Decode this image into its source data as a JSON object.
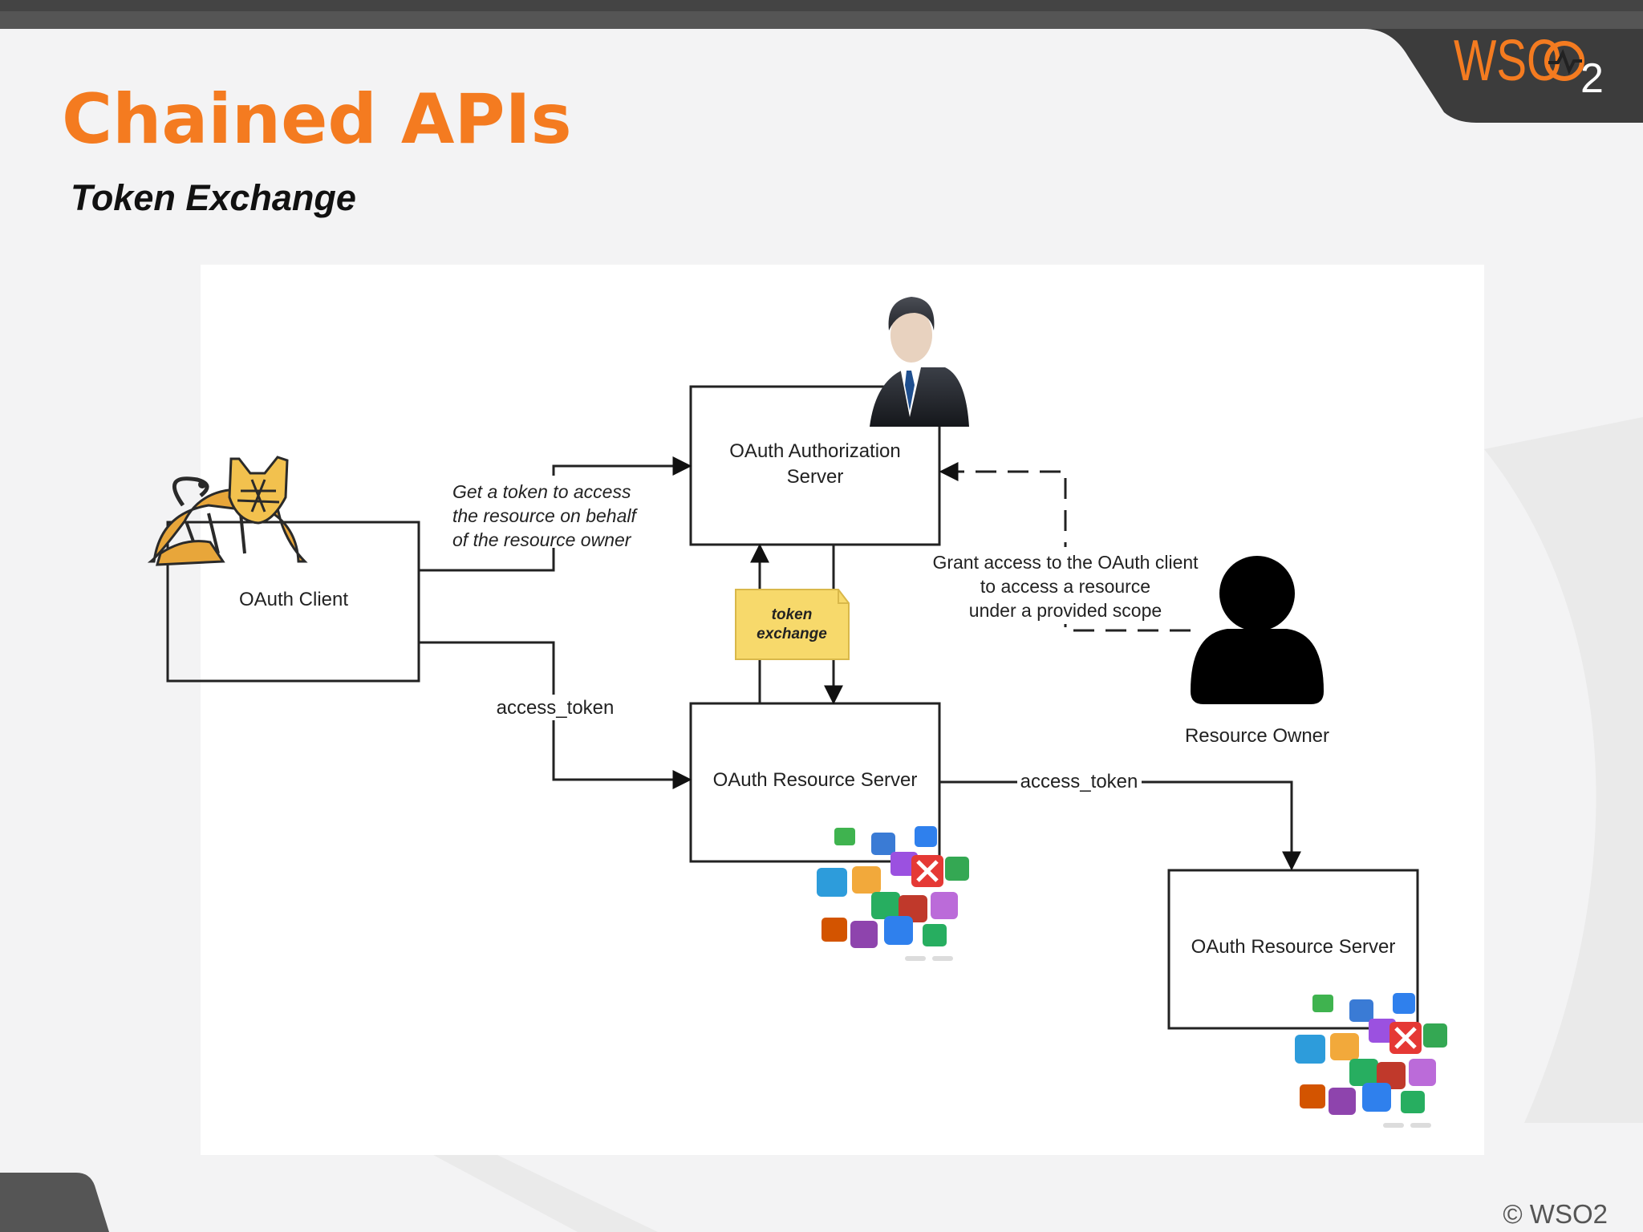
{
  "slide": {
    "title": "Chained APIs",
    "subtitle": "Token Exchange",
    "footer": "© WSO2",
    "logo": {
      "text": "WSO",
      "subscript": "2"
    },
    "colors": {
      "accent": "#F47B20",
      "dark": "#3c3c3c",
      "text": "#222222"
    }
  },
  "diagram": {
    "nodes": {
      "oauth_client": {
        "label": "OAuth Client",
        "icon": "tomcat-icon"
      },
      "auth_server": {
        "label_lines": [
          "OAuth Authorization",
          "Server"
        ],
        "icon": "businessman-icon"
      },
      "resource_server_1": {
        "label": "OAuth Resource Server",
        "icon": "app-icons-cluster"
      },
      "resource_server_2": {
        "label": "OAuth Resource Server",
        "icon": "app-icons-cluster"
      },
      "resource_owner": {
        "label": "Resource Owner",
        "icon": "user-silhouette-icon"
      },
      "token_exchange_note": {
        "label_lines": [
          "token",
          "exchange"
        ]
      }
    },
    "edges": {
      "get_token": {
        "label_lines": [
          "Get a token to access",
          "the resource on behalf",
          "of the resource owner"
        ]
      },
      "access_token_1": {
        "label": "access_token"
      },
      "access_token_2": {
        "label": "access_token"
      },
      "grant": {
        "label_lines": [
          "Grant access to the OAuth client",
          "to access a resource",
          "under a provided scope"
        ]
      }
    }
  }
}
